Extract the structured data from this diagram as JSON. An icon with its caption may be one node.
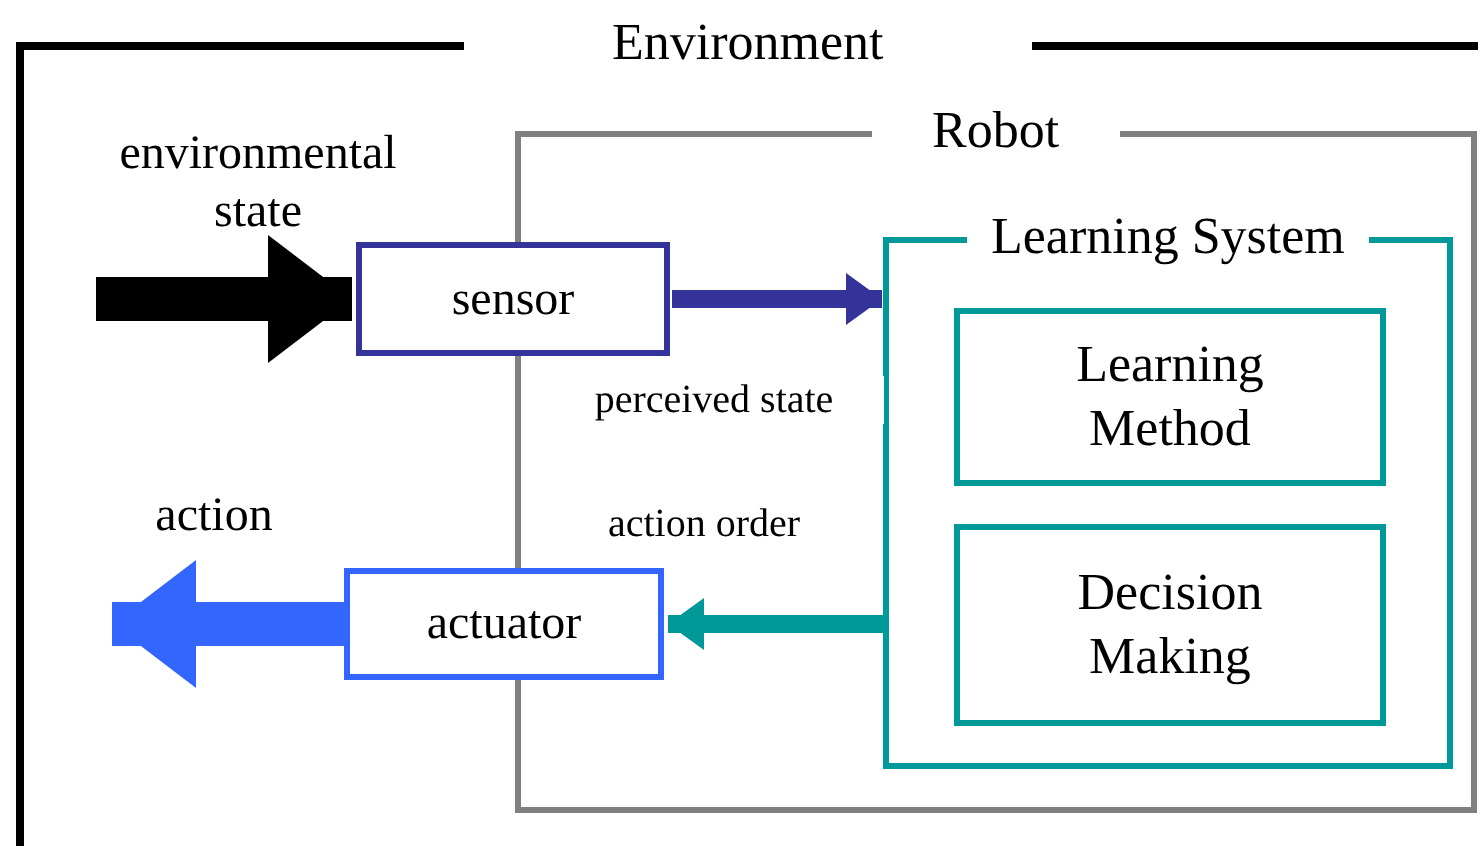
{
  "diagram": {
    "nodes": [
      {
        "text": [
          "Environment"
        ]
      },
      {
        "text": [
          "Robot"
        ],
        "in": 0
      },
      {
        "text": [
          "sensor"
        ],
        "in": 0
      },
      {
        "text": [
          "actuator"
        ],
        "in": 0
      },
      {
        "text": [
          "Learning System"
        ],
        "in": 1
      },
      {
        "text": [
          "Learning Method"
        ],
        "in": 4
      },
      {
        "text": [
          "Decision Making"
        ],
        "in": 4
      }
    ],
    "edges": [
      {
        "from": null,
        "to": 2,
        "arrow": "to",
        "label": "environmental state",
        "style": "thick",
        "color": "#000000"
      },
      {
        "from": 2,
        "to": 4,
        "arrow": "to",
        "label": "perceived state",
        "color": "#333399"
      },
      {
        "from": 4,
        "to": 3,
        "arrow": "to",
        "label": "action order",
        "color": "#009999"
      },
      {
        "from": 3,
        "to": null,
        "arrow": "to",
        "label": "action",
        "style": "thick",
        "color": "#3366ff"
      }
    ]
  }
}
